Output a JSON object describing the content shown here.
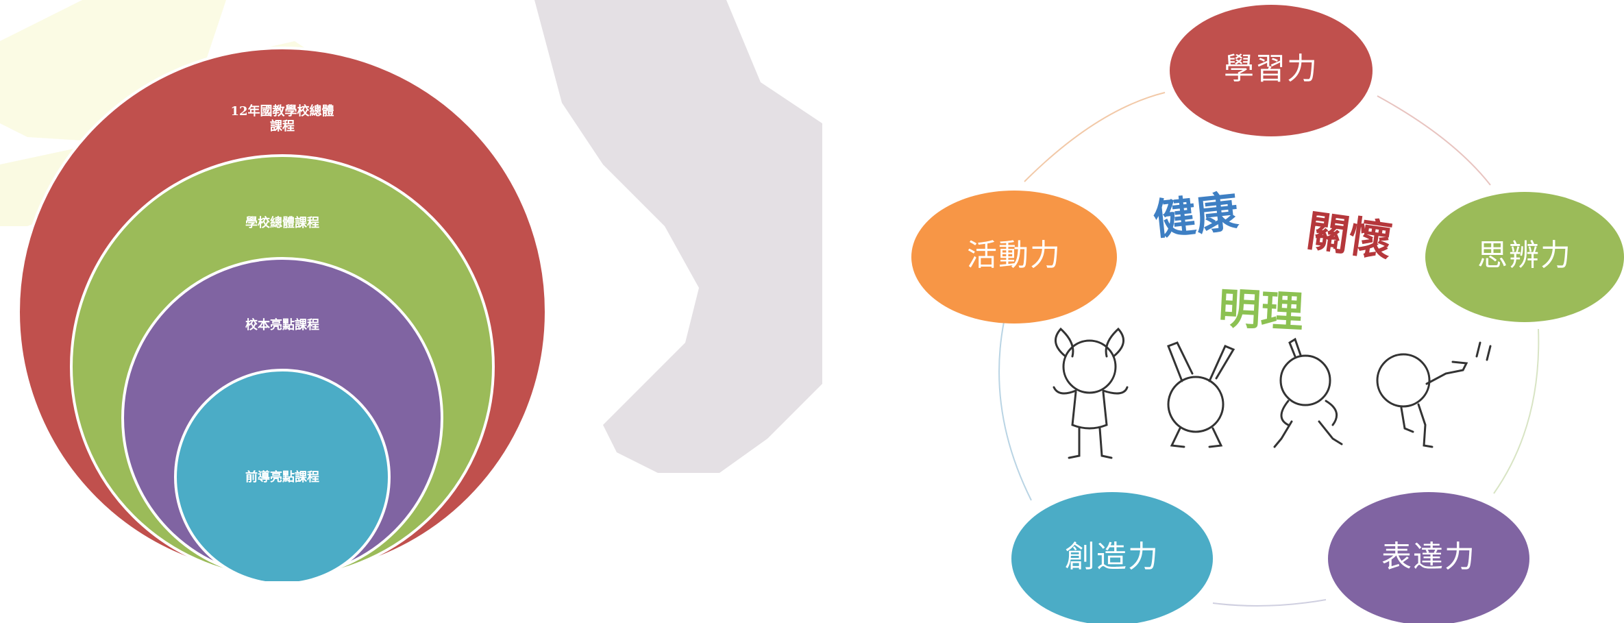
{
  "left_diagram": {
    "levels": [
      {
        "label": "12年國教學校總體\n課程",
        "color": "#c0504d"
      },
      {
        "label": "學校總體課程",
        "color": "#9bbb59"
      },
      {
        "label": "校本亮點課程",
        "color": "#8064a2"
      },
      {
        "label": "前導亮點課程",
        "color": "#4bacc6"
      }
    ]
  },
  "right_diagram": {
    "abilities": [
      {
        "label": "學習力",
        "color": "#c0504d"
      },
      {
        "label": "思辨力",
        "color": "#9bbb59"
      },
      {
        "label": "表達力",
        "color": "#8064a2"
      },
      {
        "label": "創造力",
        "color": "#4bacc6"
      },
      {
        "label": "活動力",
        "color": "#f79646"
      }
    ],
    "values": [
      {
        "label": "健康",
        "color": "#3e7fc3"
      },
      {
        "label": "關懷",
        "color": "#b5373b"
      },
      {
        "label": "明理",
        "color": "#8cc152"
      }
    ]
  }
}
